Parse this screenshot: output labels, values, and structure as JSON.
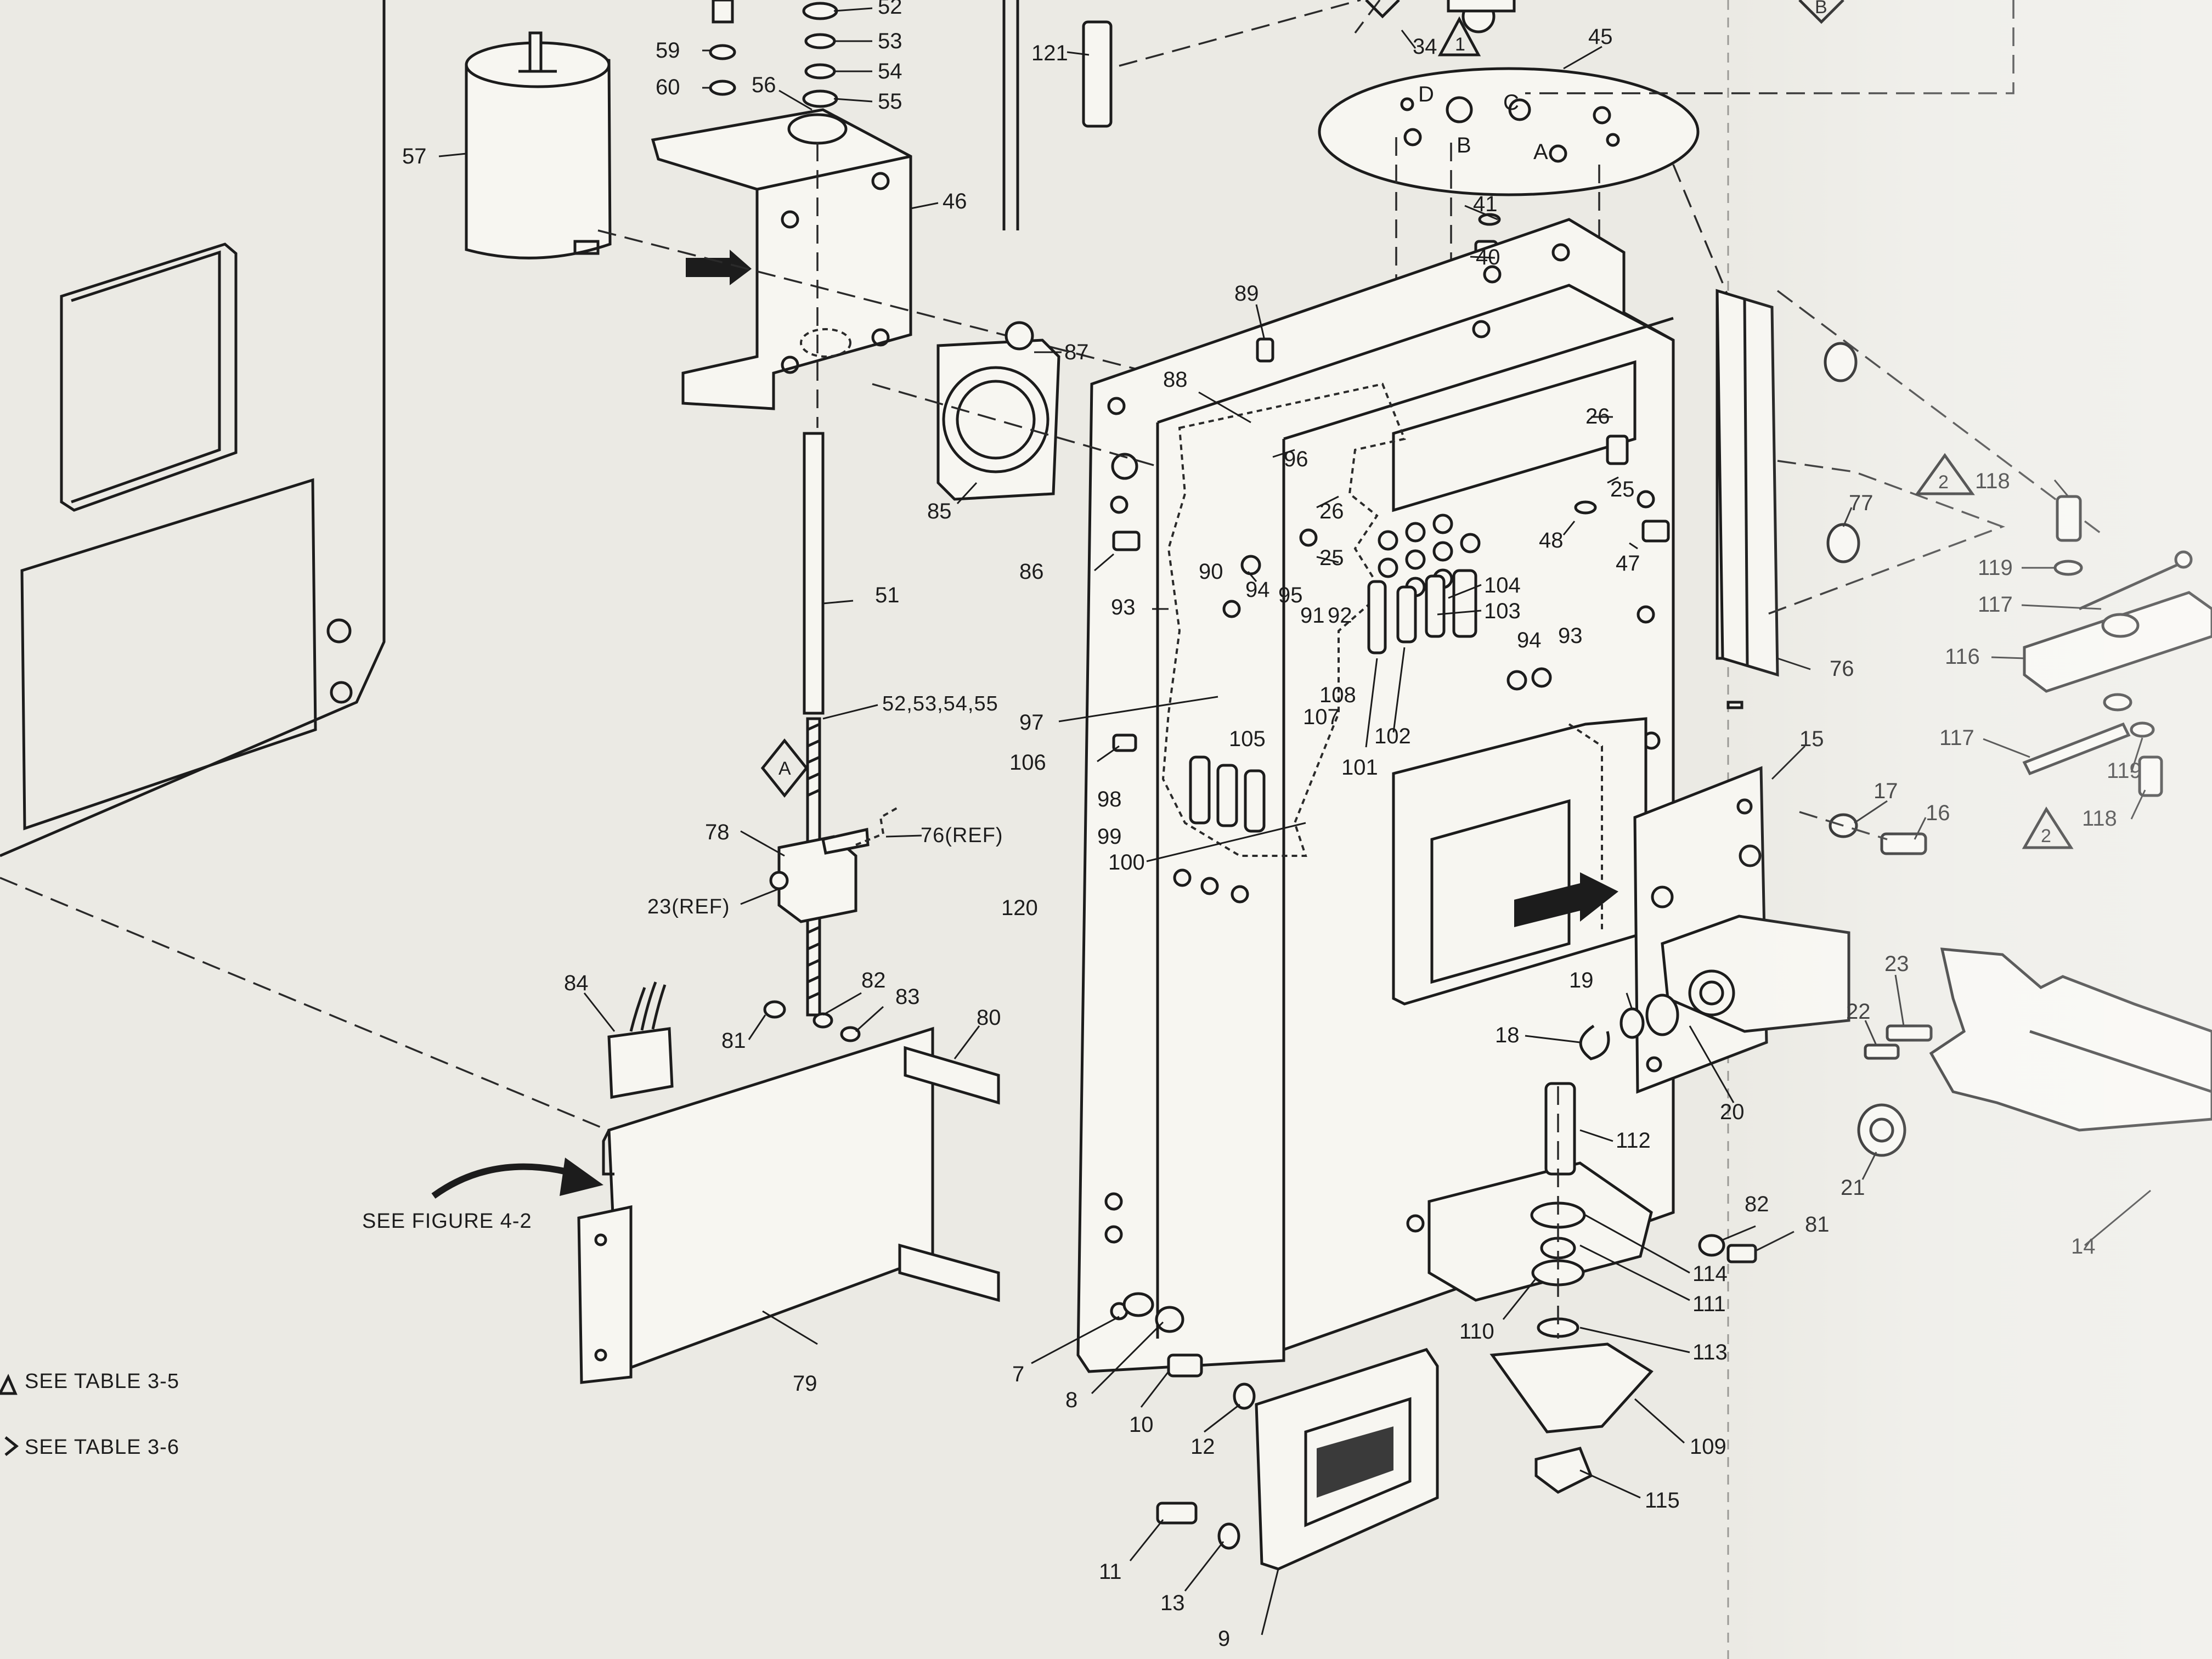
{
  "notes": {
    "triangle": "SEE TABLE 3-5",
    "diamond": "SEE TABLE 3-6",
    "see_figure": "SEE FIGURE 4-2"
  },
  "symbols": {
    "triangle_1": "1",
    "triangle_2": "2",
    "diamond_a": "A",
    "diamond_b": "B"
  },
  "plate_letters": [
    "D",
    "C",
    "B",
    "A"
  ],
  "callouts": {
    "c121": "121",
    "c59": "59",
    "c60": "60",
    "c52": "52",
    "c53": "53",
    "c54": "54",
    "c55": "55",
    "c56": "56",
    "c57": "57",
    "c46": "46",
    "c34": "34",
    "c45": "45",
    "c41": "41",
    "c40": "40",
    "c87": "87",
    "c85": "85",
    "c89": "89",
    "c88": "88",
    "c96": "96",
    "c26a": "26",
    "c26b": "26",
    "c25a": "25",
    "c25b": "25",
    "c48": "48",
    "c47": "47",
    "c86": "86",
    "c90": "90",
    "c94a": "94",
    "c95": "95",
    "c93a": "93",
    "c91": "91",
    "c92": "92",
    "c104": "104",
    "c103": "103",
    "c93b": "93",
    "c94b": "94",
    "c97": "97",
    "c108": "108",
    "c107": "107",
    "c105": "105",
    "c106": "106",
    "c102": "102",
    "c101": "101",
    "c98": "98",
    "c99": "99",
    "c100": "100",
    "c120": "120",
    "c51": "51",
    "c5255": "52,53,54,55",
    "c78": "78",
    "c76ref": "76(REF)",
    "c23ref": "23(REF)",
    "c84": "84",
    "c82a": "82",
    "c83": "83",
    "c81a": "81",
    "c80": "80",
    "c79": "79",
    "c7": "7",
    "c8": "8",
    "c10": "10",
    "c12": "12",
    "c11": "11",
    "c13": "13",
    "c9": "9",
    "c76": "76",
    "c77": "77",
    "c118a": "118",
    "c119a": "119",
    "c117a": "117",
    "c116": "116",
    "c117b": "117",
    "c119b": "119",
    "c118b": "118",
    "c15": "15",
    "c17": "17",
    "c16": "16",
    "c23": "23",
    "c22": "22",
    "c19": "19",
    "c18": "18",
    "c20": "20",
    "c21": "21",
    "c14": "14",
    "c112": "112",
    "c82b": "82",
    "c81b": "81",
    "c114": "114",
    "c111": "111",
    "c110": "110",
    "c113": "113",
    "c109": "109",
    "c115": "115"
  }
}
